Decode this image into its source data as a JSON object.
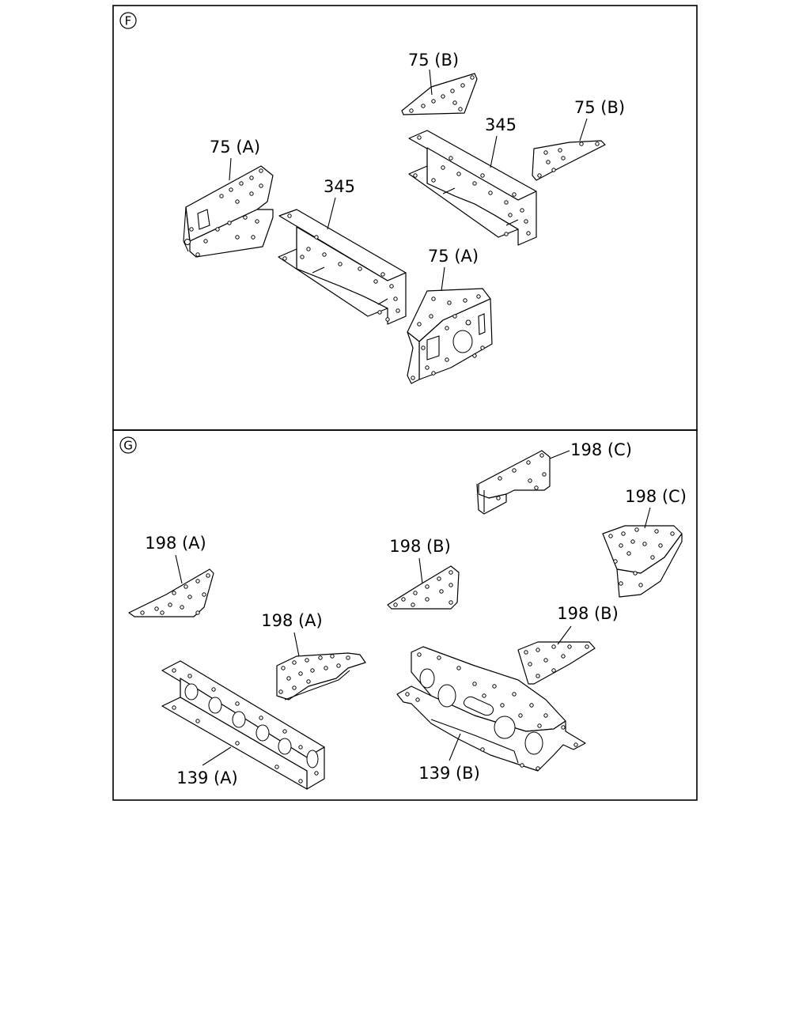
{
  "sections": [
    {
      "letter": "F",
      "callouts": [
        "75 (B)",
        "75 (B)",
        "345",
        "75 (A)",
        "345",
        "75 (A)"
      ]
    },
    {
      "letter": "G",
      "callouts": [
        "198 (C)",
        "198 (C)",
        "198 (A)",
        "198 (B)",
        "198 (A)",
        "198 (B)",
        "139 (A)",
        "139 (B)"
      ]
    }
  ]
}
